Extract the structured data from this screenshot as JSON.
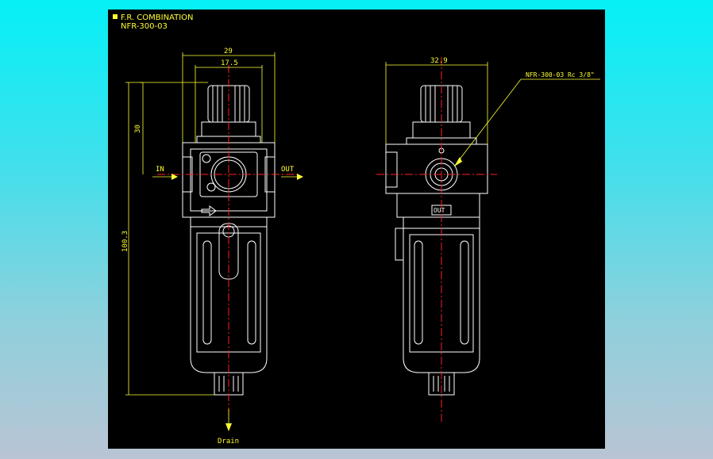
{
  "title_line1": "F.R. COMBINATION",
  "title_line2": "NFR-300-03",
  "dims": {
    "width_total": "29",
    "width_knob": "17.5",
    "height_top": "30",
    "height_total": "100.3",
    "width_side": "32.9"
  },
  "ports": {
    "in": "IN",
    "out": "OUT",
    "drain": "Drain",
    "out_badge": "OUT"
  },
  "callout": "NFR-300-03 Rc 3/8\"",
  "colors": {
    "background_canvas": "#000000",
    "annotation": "#ffff33",
    "outline": "#ffffff",
    "centerline": "#ff2020"
  }
}
